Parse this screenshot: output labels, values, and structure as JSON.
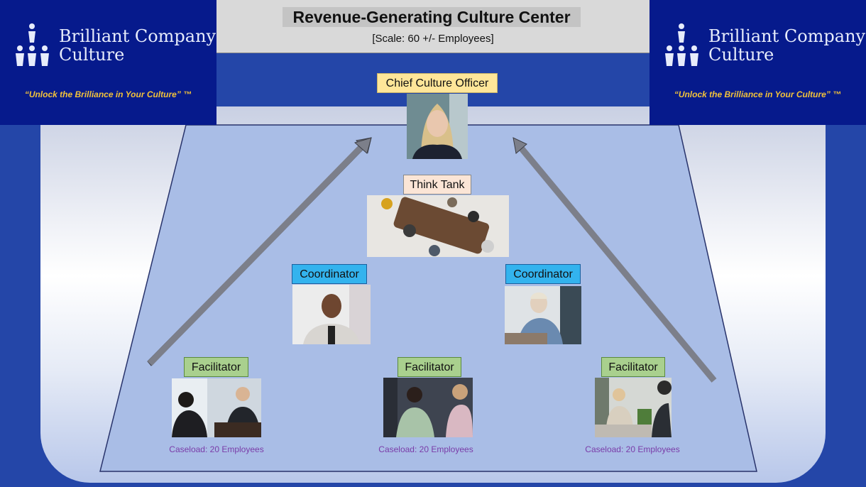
{
  "header": {
    "title": "Revenue-Generating Culture Center",
    "subtitle": "[Scale: 60 +/- Employees]"
  },
  "logo": {
    "brand_line1": "Brilliant Company",
    "brand_line2": "Culture",
    "tagline": "“Unlock the Brilliance in Your Culture” ™"
  },
  "org": {
    "chief": {
      "label": "Chief Culture Officer"
    },
    "think_tank": {
      "label": "Think Tank"
    },
    "coordinators": [
      {
        "label": "Coordinator"
      },
      {
        "label": "Coordinator"
      }
    ],
    "facilitators": [
      {
        "label": "Facilitator",
        "caseload": "Caseload: 20 Employees"
      },
      {
        "label": "Facilitator",
        "caseload": "Caseload: 20 Employees"
      },
      {
        "label": "Facilitator",
        "caseload": "Caseload: 20 Employees"
      }
    ]
  },
  "colors": {
    "background": "#2446a8",
    "trapezoid": "#a9bde6",
    "logo_bg": "#061a8c",
    "tagline": "#f2c23a",
    "chief_label": "#ffe699",
    "think_tank_label": "#fbe5d6",
    "coordinator_label": "#33b3ee",
    "facilitator_label": "#a9d08e",
    "caseload_text": "#7a3ca8"
  }
}
